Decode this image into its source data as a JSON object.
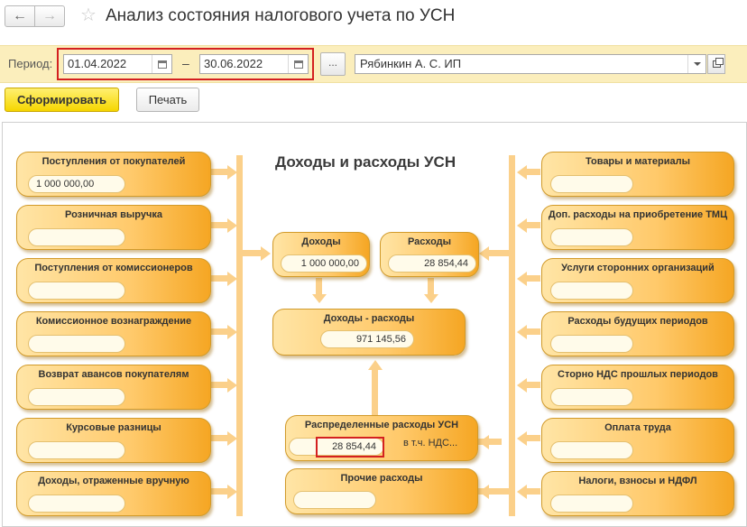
{
  "window": {
    "title": "Анализ состояния налогового учета по УСН",
    "back_icon": "arrow-left-icon",
    "forward_icon": "arrow-right-icon",
    "favorite_icon": "star-icon"
  },
  "params": {
    "period_label": "Период:",
    "date_from": "01.04.2022",
    "date_separator": "–",
    "date_to": "30.06.2022",
    "select_period_label": "...",
    "organization": "Рябинкин А. С. ИП"
  },
  "commands": {
    "generate": "Сформировать",
    "print": "Печать"
  },
  "diagram": {
    "title": "Доходы и расходы УСН",
    "left_items": [
      {
        "label": "Поступления от покупателей",
        "value": "1 000 000,00"
      },
      {
        "label": "Розничная выручка",
        "value": ""
      },
      {
        "label": "Поступления от комиссионеров",
        "value": ""
      },
      {
        "label": "Комиссионное вознаграждение",
        "value": ""
      },
      {
        "label": "Возврат авансов покупателям",
        "value": ""
      },
      {
        "label": "Курсовые разницы",
        "value": ""
      },
      {
        "label": "Доходы, отраженные вручную",
        "value": ""
      }
    ],
    "right_items": [
      {
        "label": "Товары и материалы",
        "value": ""
      },
      {
        "label": "Доп. расходы на приобретение ТМЦ",
        "value": ""
      },
      {
        "label": "Услуги сторонних организаций",
        "value": ""
      },
      {
        "label": "Расходы будущих периодов",
        "value": ""
      },
      {
        "label": "Сторно НДС прошлых периодов",
        "value": ""
      },
      {
        "label": "Оплата труда",
        "value": ""
      },
      {
        "label": "Налоги, взносы и НДФЛ",
        "value": ""
      }
    ],
    "income": {
      "label": "Доходы",
      "value": "1 000 000,00"
    },
    "expenses": {
      "label": "Расходы",
      "value": "28 854,44"
    },
    "diff": {
      "label": "Доходы - расходы",
      "value": "971 145,56"
    },
    "distributed": {
      "label": "Распределенные расходы УСН",
      "value": "28 854,44",
      "vat_note": "в т.ч. НДС..."
    },
    "other": {
      "label": "Прочие расходы",
      "value": ""
    }
  },
  "colors": {
    "accent": "#f6d600",
    "panel": "#fbeebc",
    "box_gradient_end": "#f5a623",
    "connector": "#fbd08a",
    "highlight": "#d42020"
  }
}
